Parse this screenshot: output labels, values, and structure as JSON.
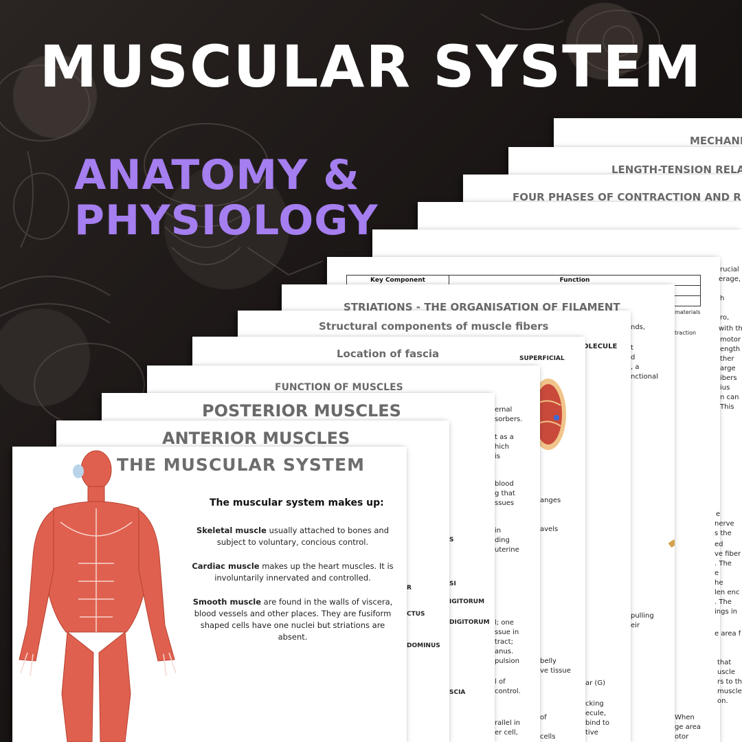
{
  "header": {
    "title": "MUSCULAR SYSTEM",
    "subtitle_line1": "ANATOMY &",
    "subtitle_line2": "PHYSIOLOGY"
  },
  "sheets": {
    "s1": "MECHANI",
    "s2": "LENGTH-TENSION RELA",
    "s3": "FOUR PHASES OF CONTRACTION AND RE",
    "s6_table_col1": "Key Component",
    "s6_table_col2": "Function",
    "s7": "STRIATIONS - THE ORGANISATION OF FILAMENT",
    "s8": "Structural components of muscle fibers",
    "s9": "Location of fascia",
    "s9_label": "SUPERFICIAL",
    "s9_label2": "OLECULE",
    "s10": "FUNCTION OF MUSCLES",
    "s11": "POSTERIOR MUSCLES",
    "s12": "ANTERIOR MUSCLES"
  },
  "fragments": {
    "r1": [
      "rucial",
      "erage,",
      "h",
      "ro,",
      "with the",
      "motor",
      "ength",
      "ther",
      "arge",
      "ibers",
      "ius",
      "n can",
      "This"
    ],
    "r2": [
      "nds,",
      "t",
      "d",
      ", a",
      "nctional"
    ],
    "r3": [
      "materials",
      "traction"
    ],
    "r4": [
      "e",
      "nerve",
      "s the",
      "ed",
      "ve fiber",
      ". The",
      "e",
      "he",
      "len enc",
      ". The",
      "ings in",
      "e area f",
      "that",
      "uscle",
      "rs to th",
      "muscle",
      "on.",
      "When",
      "ge area",
      "otor"
    ],
    "mid": [
      "ernal",
      "sorbers.",
      "t as a",
      "hich",
      "is",
      "blood",
      "g that",
      "ssues",
      "anges",
      "in",
      "ding",
      "uterine",
      "avels",
      "l; one",
      "ssue in",
      "tract;",
      "anus.",
      "pulsion",
      "l of",
      "control.",
      "belly",
      "ve tissue",
      "ar (G)",
      "cking",
      "ecule,",
      "bind to",
      "tive",
      "rallel in",
      "er cell,",
      "of",
      "cells",
      "pulling",
      "eir"
    ],
    "posterior": [
      "S",
      "SI",
      "R",
      "IGITORUM",
      "CTUS",
      "DIGITORUM",
      "DOMINUS",
      "SCIA"
    ]
  },
  "front": {
    "heading": "THE MUSCULAR SYSTEM",
    "subheading": "The muscular system makes up:",
    "skeletal_term": "Skeletal muscle",
    "skeletal_text": " usually attached to bones and subject to voluntary, concious control.",
    "cardiac_term": "Cardiac muscle",
    "cardiac_text": " makes up the heart muscles. It is involuntarily innervated and controlled.",
    "smooth_term": "Smooth muscle",
    "smooth_text": " are found in the walls of viscera, blood vessels and other places. They are fusiform shaped cells have one nuclei but striations are absent."
  },
  "colors": {
    "title": "#ffffff",
    "subtitle": "#a57ef0",
    "muscle_red": "#e0604f",
    "sheet_title_grey": "#6a6a6a"
  }
}
